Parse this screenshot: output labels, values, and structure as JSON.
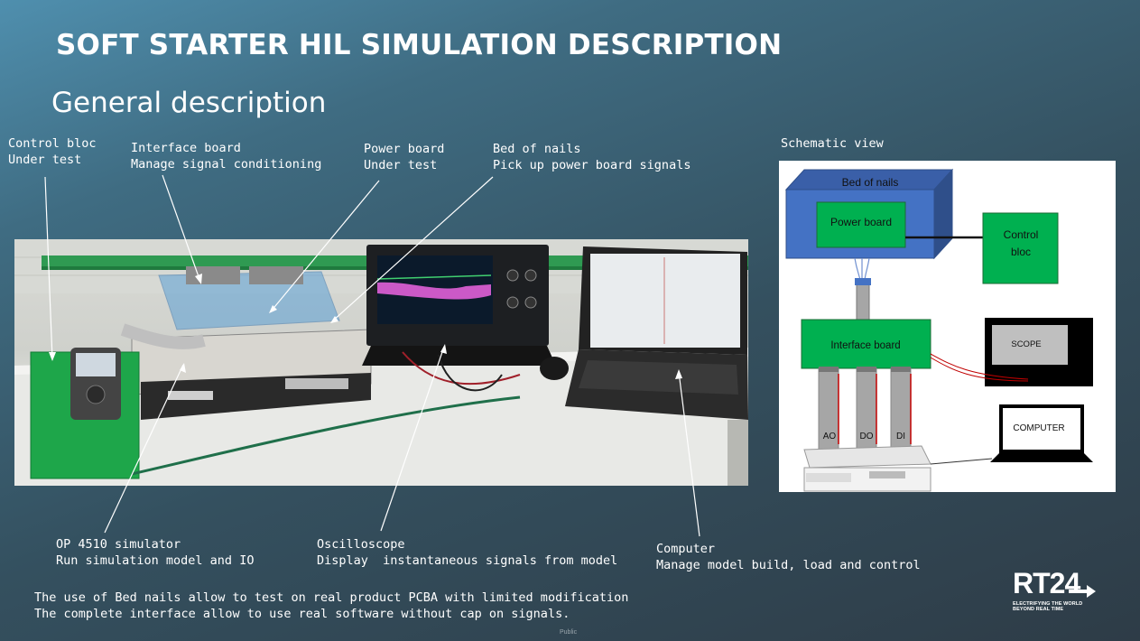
{
  "slide": {
    "title": "SOFT STARTER HIL SIMULATION DESCRIPTION",
    "subtitle": "General description",
    "footer_public": "Public"
  },
  "callouts": {
    "control_bloc": {
      "line1": "Control bloc",
      "line2": "Under test"
    },
    "interface_board": {
      "line1": "Interface board",
      "line2": "Manage signal conditioning"
    },
    "power_board": {
      "line1": "Power board",
      "line2": "Under test"
    },
    "bed_of_nails": {
      "line1": "Bed of nails",
      "line2": "Pick up power board signals"
    },
    "op4510": {
      "line1": "OP 4510 simulator",
      "line2": "Run simulation model and IO"
    },
    "oscilloscope": {
      "line1": "Oscilloscope",
      "line2": "Display  instantaneous signals from model"
    },
    "computer": {
      "line1": "Computer",
      "line2": "Manage model build, load and control"
    }
  },
  "schematic": {
    "heading": "Schematic view",
    "bed_of_nails": "Bed of nails",
    "power_board": "Power board",
    "control_bloc_line1": "Control",
    "control_bloc_line2": "bloc",
    "interface_board": "Interface board",
    "scope": "SCOPE",
    "computer": "COMPUTER",
    "ao": "AO",
    "do": "DO",
    "di": "DI",
    "colors": {
      "bed_blue": "#4472c4",
      "green_box": "#00b050",
      "cable_gray": "#a6a6a6",
      "wire_red": "#c00000"
    }
  },
  "notes": {
    "line1": "The use of Bed nails allow to test on real product PCBA with limited modification",
    "line2": "The complete interface allow to use real software without cap on signals."
  },
  "logo": {
    "name": "RT24",
    "tagline1": "ELECTRIFYING THE WORLD",
    "tagline2": "BEYOND REAL TIME"
  }
}
